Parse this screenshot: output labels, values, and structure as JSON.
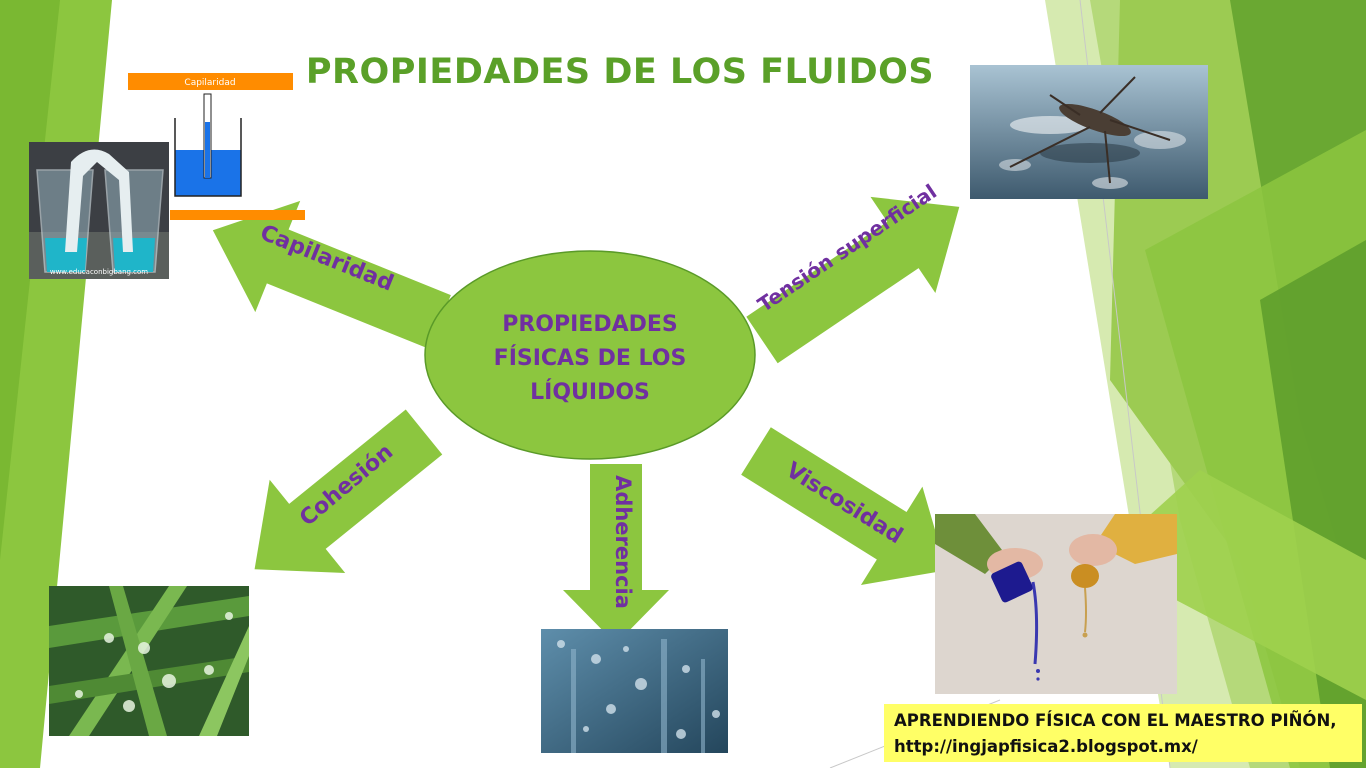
{
  "title": "PROPIEDADES DE LOS FLUIDOS",
  "center": {
    "lines": [
      "PROPIEDADES",
      "FÍSICAS DE LOS",
      "LÍQUIDOS"
    ]
  },
  "properties": {
    "capilaridad": "Capilaridad",
    "tension": "Tensión superficial",
    "cohesion": "Cohesión",
    "adherencia": "Adherencia",
    "viscosidad": "Viscosidad"
  },
  "images": {
    "capillarity_diagram_label": "Capilaridad",
    "capillarity_photo_watermark": "www.educaconbigbang.com"
  },
  "footer": {
    "line1": "APRENDIENDO FÍSICA CON EL MAESTRO PIÑÓN,",
    "line2": "http://ingjapfisica2.blogspot.mx/"
  },
  "colors": {
    "title": "#5aa028",
    "arrow_fill": "#8cc63f",
    "label_text": "#7030a0",
    "footer_bg": "#ffff66"
  }
}
